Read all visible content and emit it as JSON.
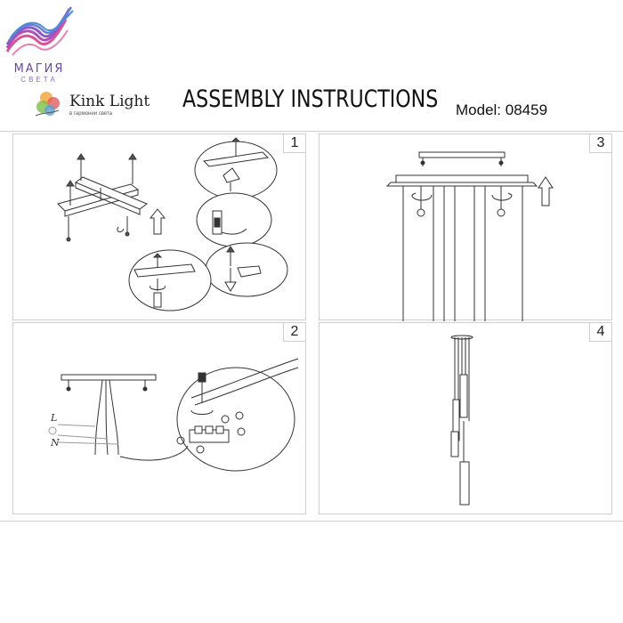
{
  "header": {
    "brand_word": "МАГИЯ",
    "brand_sub": "СВЕТА",
    "kink_name": "Kink Light",
    "kink_tagline": "в гармонии света",
    "title": "ASSEMBLY INSTRUCTIONS",
    "model": "Model: 08459"
  },
  "steps": [
    {
      "number": "1"
    },
    {
      "number": "2"
    },
    {
      "number": "3"
    },
    {
      "number": "4"
    }
  ],
  "wiring": {
    "live_label": "L",
    "neutral_label": "N"
  },
  "colors": {
    "brand_purple": "#6a4aa8",
    "brand_pink": "#d9539b",
    "brand_blue": "#4a8fd6",
    "line": "#333333",
    "frame": "#cfcfcf"
  }
}
